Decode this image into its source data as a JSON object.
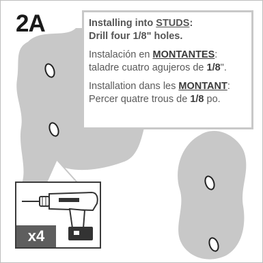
{
  "step": "2A",
  "heading_line1_prefix": "Installing into ",
  "heading_line1_word": "STUDS",
  "heading_line1_suffix": ":",
  "heading_line2": "Drill four 1/8\" holes.",
  "es_prefix": "Instalación en ",
  "es_word": "MONTANTES",
  "es_mid": ": taladre cuatro agujeros de ",
  "es_size": "1/8",
  "es_suffix": "\".",
  "fr_prefix": "Installation dans les ",
  "fr_word": "MONTANT",
  "fr_mid": ": Percer quatre trous de ",
  "fr_size": "1/8",
  "fr_suffix": " po.",
  "quantity": "x4",
  "colors": {
    "blob": "#c8c8c8",
    "border": "#c8c8c8",
    "text": "#5a5a5a",
    "badge": "#5e5e5e"
  },
  "icons": [
    "cordless-drill-icon",
    "hole-marker-icon"
  ]
}
